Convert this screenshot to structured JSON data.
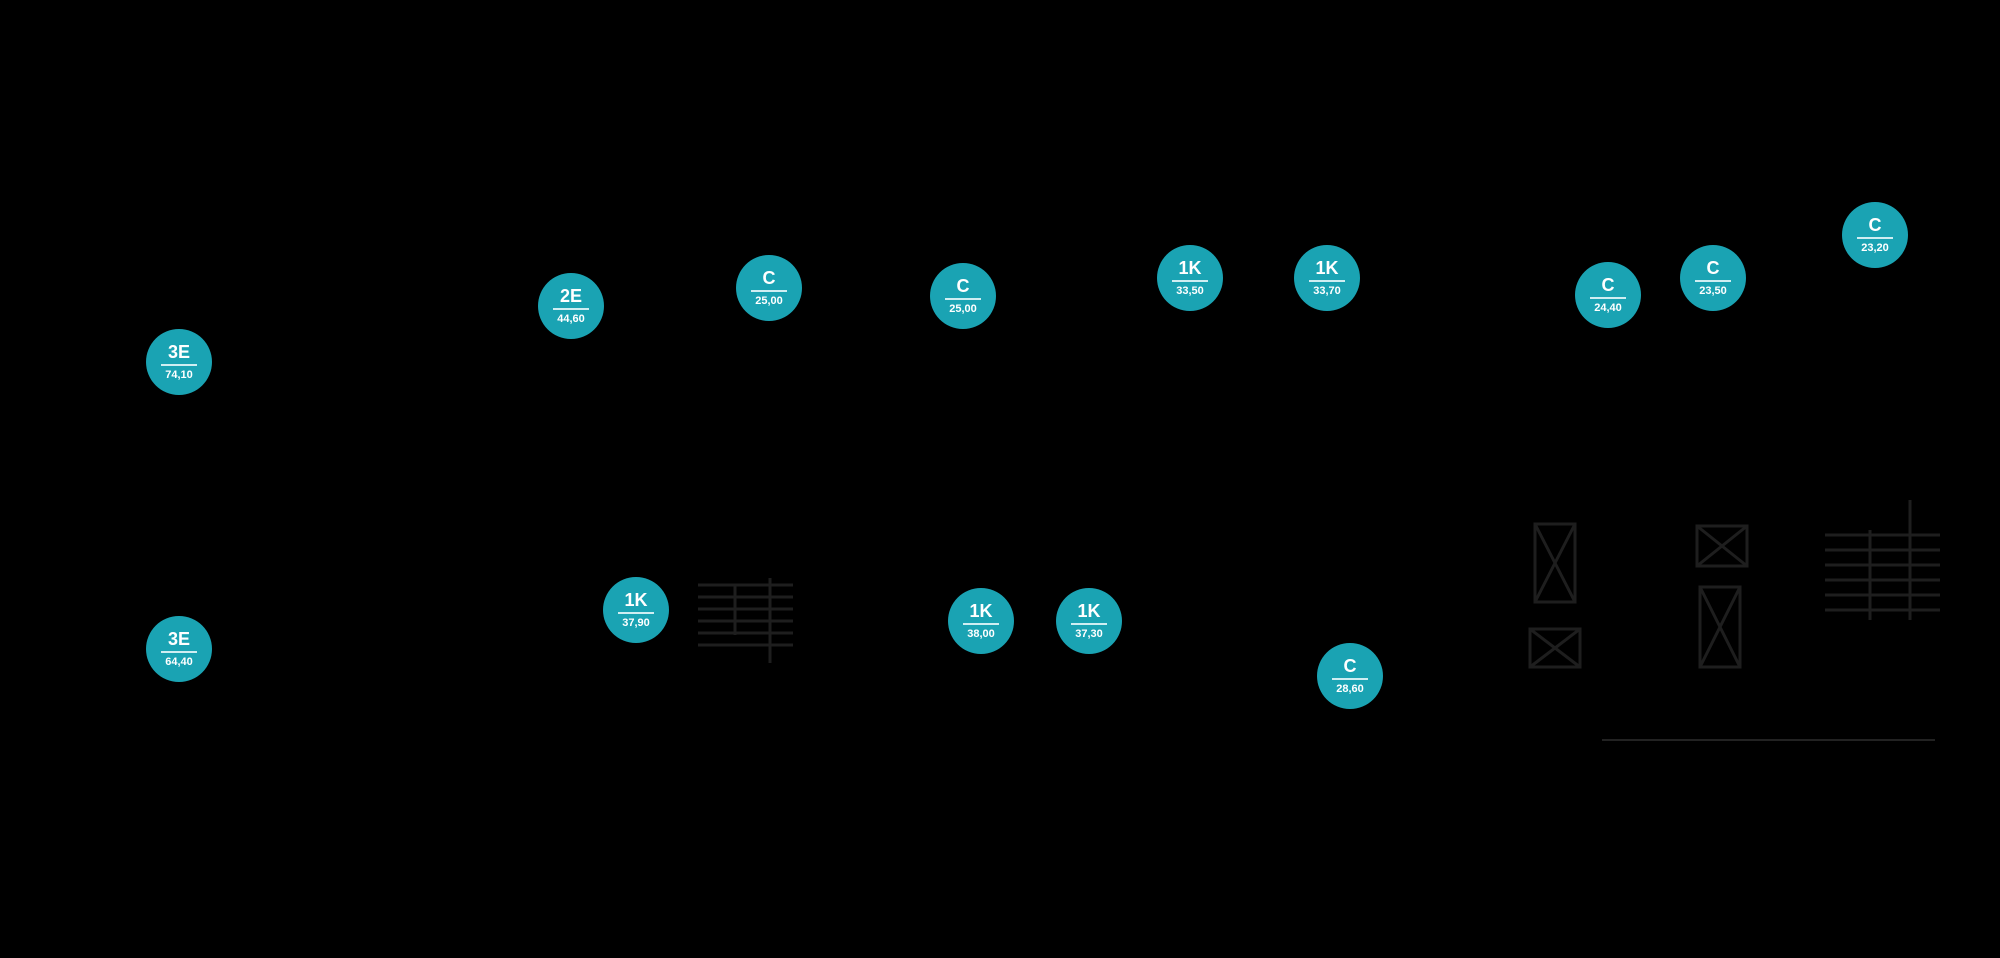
{
  "units": [
    {
      "type": "3E",
      "area": "74,10"
    },
    {
      "type": "3E",
      "area": "64,40"
    },
    {
      "type": "2E",
      "area": "44,60"
    },
    {
      "type": "C",
      "area": "25,00"
    },
    {
      "type": "C",
      "area": "25,00"
    },
    {
      "type": "1K",
      "area": "33,50"
    },
    {
      "type": "1K",
      "area": "33,70"
    },
    {
      "type": "C",
      "area": "24,40"
    },
    {
      "type": "C",
      "area": "23,50"
    },
    {
      "type": "C",
      "area": "23,20"
    },
    {
      "type": "1K",
      "area": "37,90"
    },
    {
      "type": "1K",
      "area": "38,00"
    },
    {
      "type": "1K",
      "area": "37,30"
    },
    {
      "type": "C",
      "area": "28,60"
    }
  ],
  "colors": {
    "unit_badge": "#1aa3b3",
    "background": "#000000"
  }
}
